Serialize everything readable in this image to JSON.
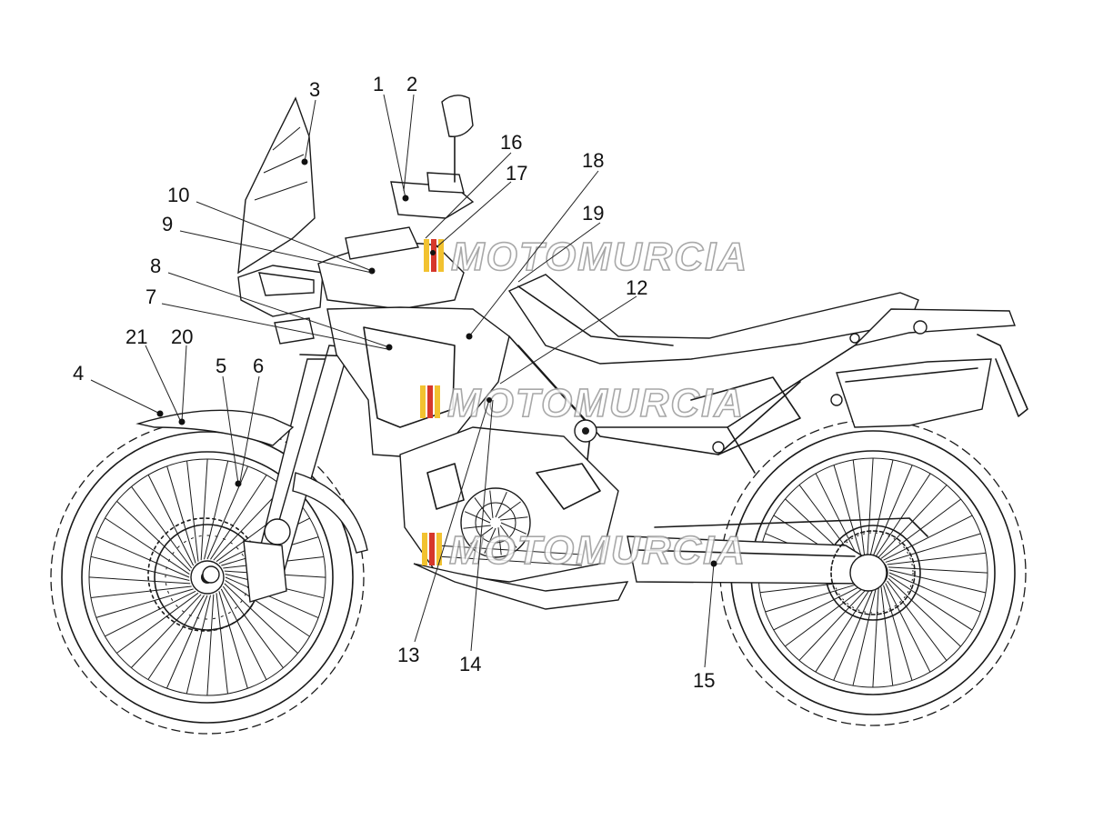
{
  "diagram": {
    "watermark": "MOTOMURCIA",
    "callouts": [
      "1",
      "2",
      "3",
      "4",
      "5",
      "6",
      "7",
      "8",
      "9",
      "10",
      "12",
      "13",
      "14",
      "15",
      "16",
      "17",
      "18",
      "19",
      "20",
      "21"
    ],
    "colors": {
      "ink": "#1a1a1a",
      "watermark_stroke": "#9a9a9a",
      "stripe_red": "#d6372b",
      "stripe_yellow": "#f2c230",
      "background": "#ffffff"
    }
  }
}
